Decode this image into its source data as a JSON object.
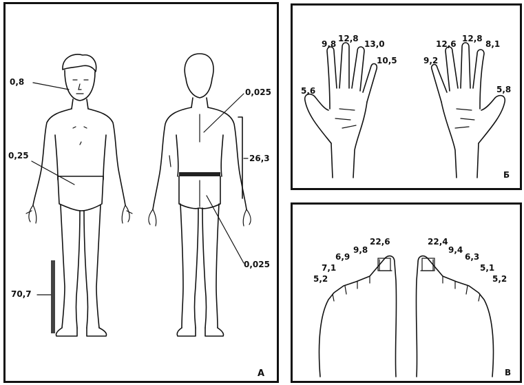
{
  "panels": {
    "a": {
      "letter": "А",
      "labels": {
        "head": "0,8",
        "trunk_front": "0,25",
        "leg": "70,7",
        "back": "0,025",
        "arm": "26,3",
        "buttock": "0,025"
      }
    },
    "b": {
      "letter": "Б",
      "left_hand": [
        "5,6",
        "9,8",
        "12,8",
        "13,0",
        "10,5"
      ],
      "right_hand": [
        "9,2",
        "12,6",
        "12,8",
        "8,1",
        "5,8"
      ]
    },
    "c": {
      "letter": "В",
      "left_foot": [
        "5,2",
        "7,1",
        "6,9",
        "9,8",
        "22,6"
      ],
      "right_foot": [
        "22,4",
        "9,4",
        "6,3",
        "5,1",
        "5,2"
      ]
    }
  }
}
